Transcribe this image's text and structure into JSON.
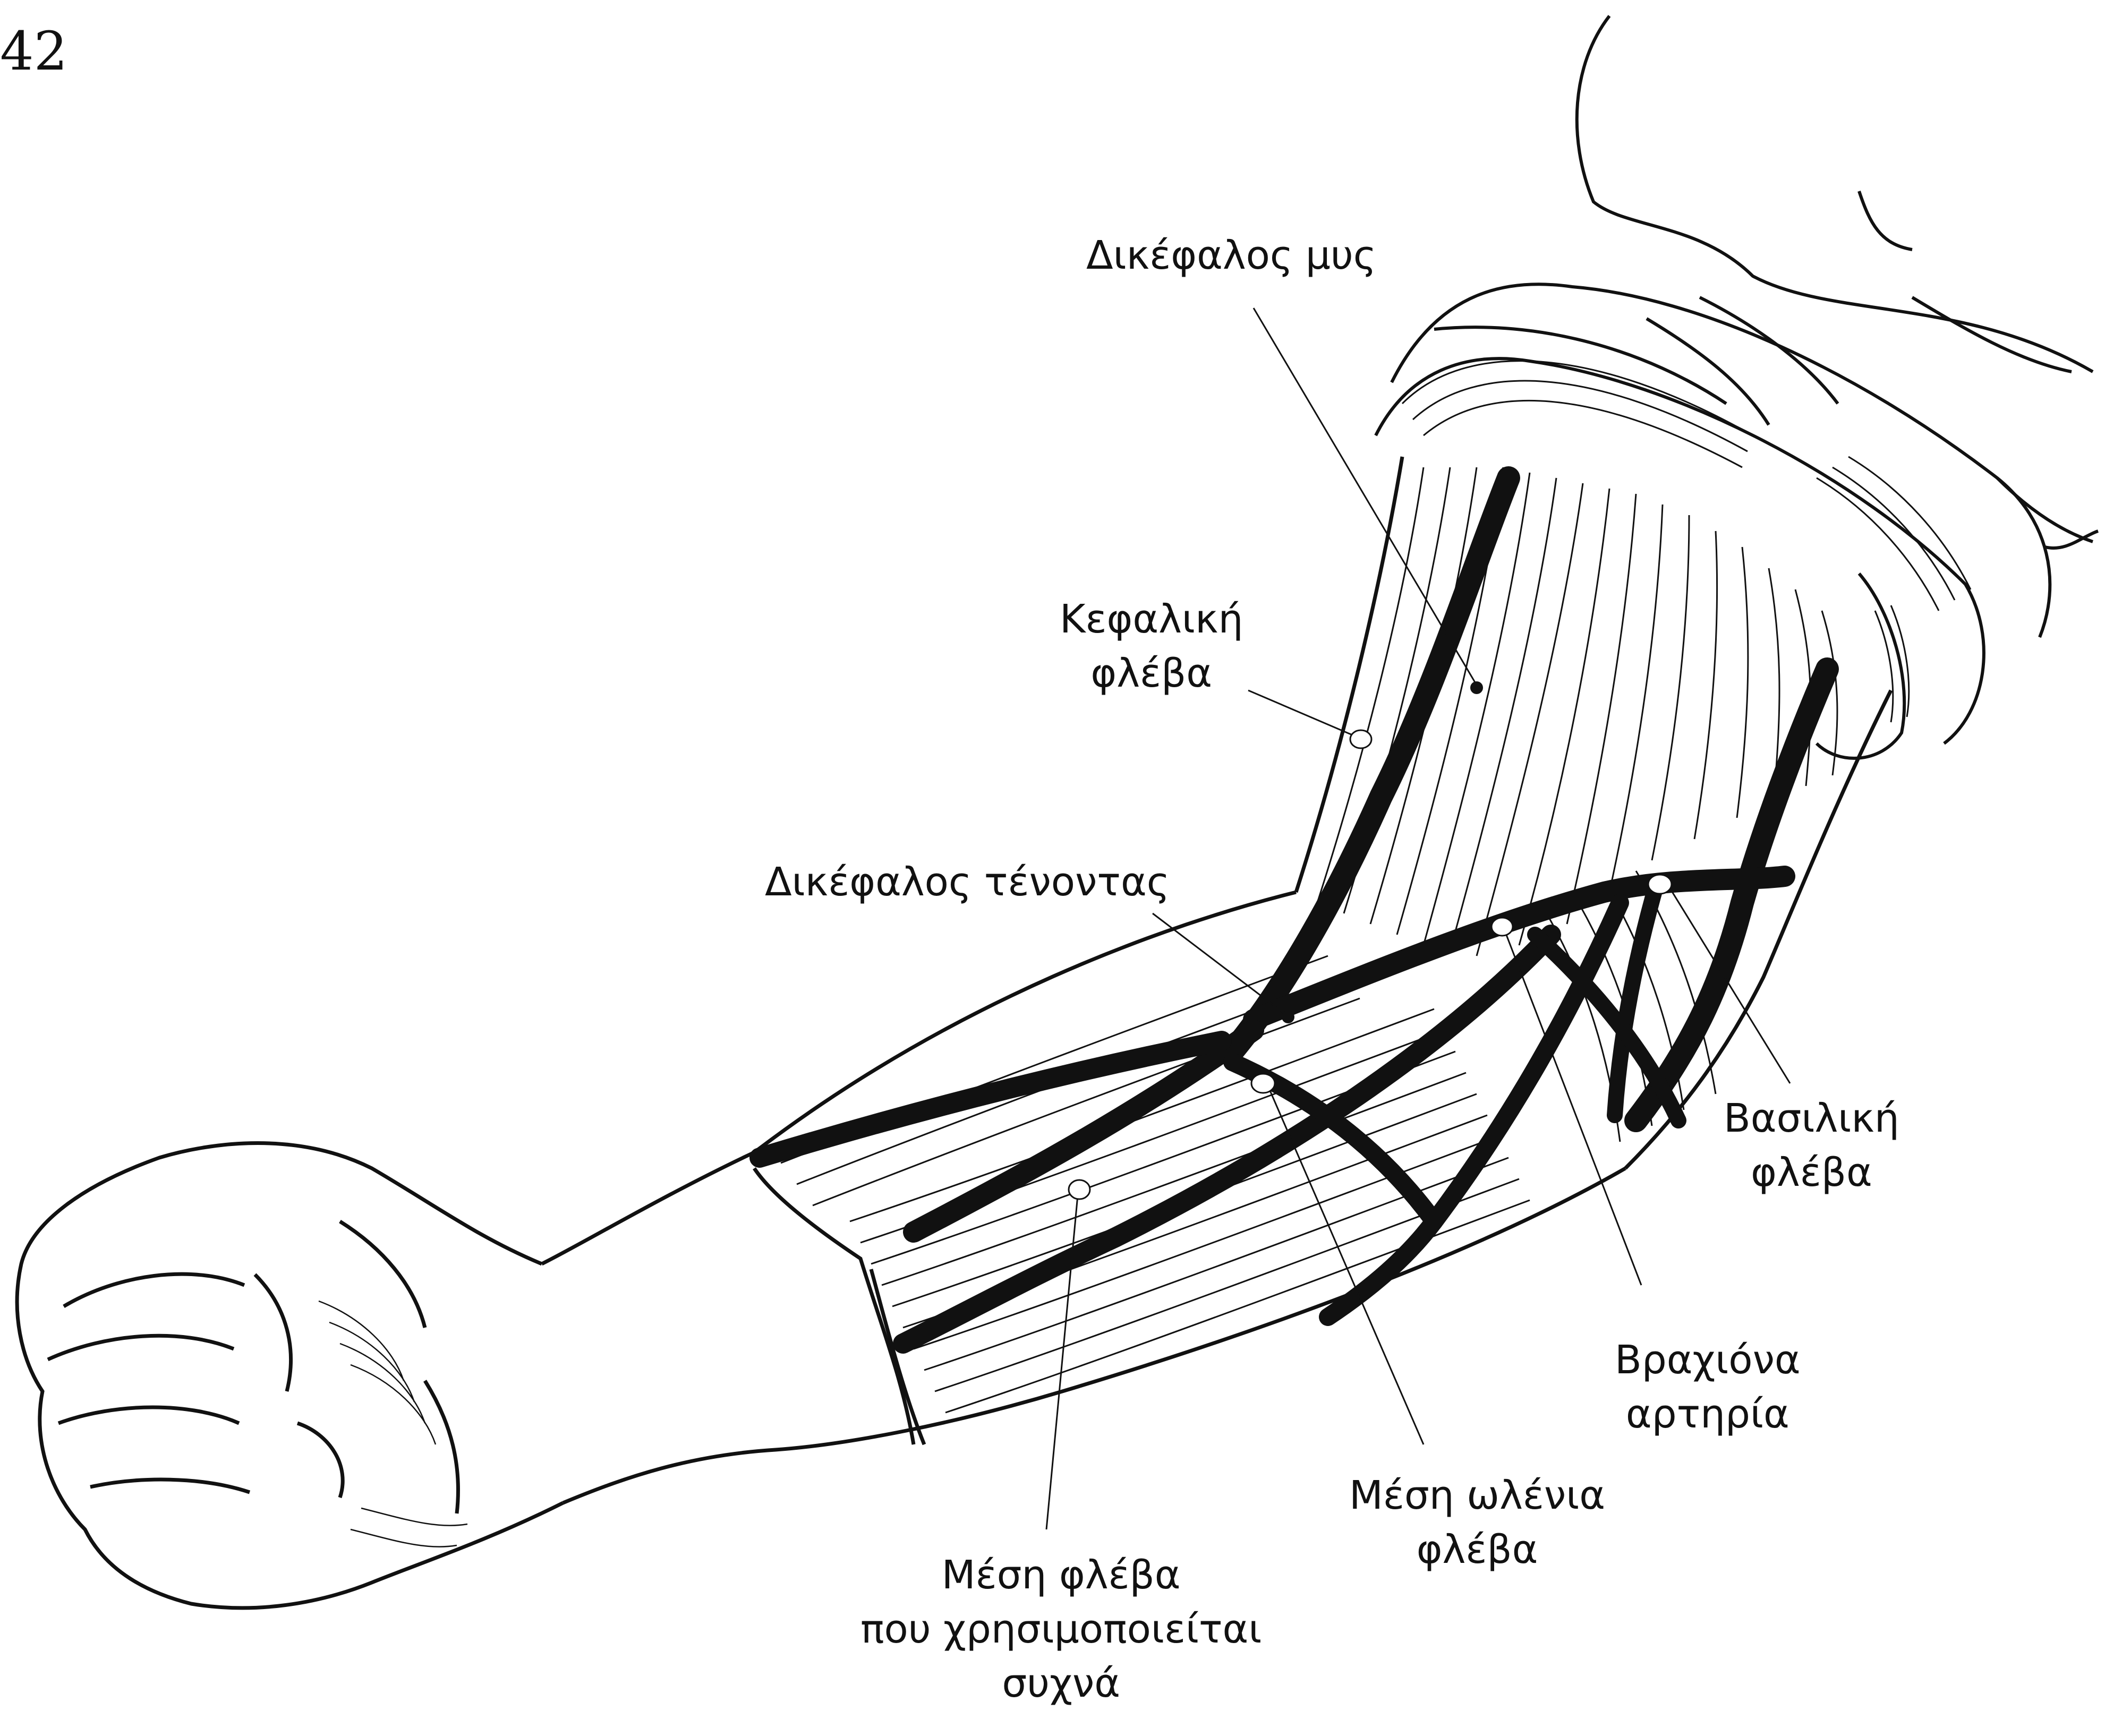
{
  "page_number": "42",
  "labels": {
    "biceps_muscle": "Δικέφαλος μυς",
    "cephalic_vein": [
      "Κεφαλική",
      "φλέβα"
    ],
    "biceps_tendon": "Δικέφαλος τένοντας",
    "basilic_vein": [
      "Βασιλική",
      "φλέβα"
    ],
    "brachial_artery": [
      "Βραχιόνα",
      "αρτηρία"
    ],
    "median_ulnar_vein": [
      "Μέση ωλένια",
      "φλέβα"
    ],
    "median_vein": [
      "Μέση φλέβα",
      "που χρησιμοποιείται",
      "συχνά"
    ]
  },
  "colors": {
    "ink": "#111111",
    "vein": "#111111",
    "paper": "#ffffff"
  }
}
